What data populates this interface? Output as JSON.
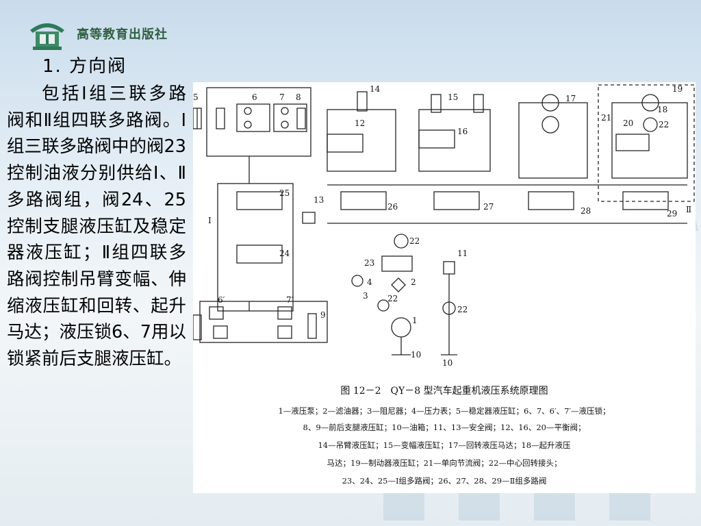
{
  "header": {
    "publisher": "高等教育出版社"
  },
  "slide": {
    "title": "1. 方向阀",
    "body": "包括Ⅰ组三联多路阀和Ⅱ组四联多路阀。Ⅰ组三联多路阀中的阀23控制油液分别供给Ⅰ、Ⅱ多路阀组，阀24、25控制支腿液压缸及稳定器液压缸；Ⅱ组四联多路阀控制吊臂变幅、伸缩液压缸和回转、起升马达；液压锁6、7用以锁紧前后支腿液压缸。"
  },
  "figure": {
    "caption": "图 12－2　QY－8 型汽车起重机液压系统原理图",
    "legend": [
      "1—液压泵；2—滤油器；3—阻尼器；4—压力表；5—稳定器液压缸；6、7、6′、7′—液压锁；",
      "8、9—前后支腿液压缸；10—油箱；11、13—安全阀；12、16、20—平衡阀；",
      "14—吊臂液压缸；15—变幅液压缸；17—回转液压马达；18—起升液压",
      "马达；19—制动器液压缸；21—单向节流阀；22—中心回转接头；",
      "23、24、25—Ⅰ组多路阀；26、27、28、29—Ⅱ组多路阀"
    ],
    "labels": {
      "n1": "1",
      "n2": "2",
      "n3": "3",
      "n4": "4",
      "n5": "5",
      "n6": "6",
      "n7": "7",
      "n8": "8",
      "n9": "9",
      "n10a": "10",
      "n10b": "10",
      "n11": "11",
      "n12": "12",
      "n13": "13",
      "n14": "14",
      "n15": "15",
      "n16": "16",
      "n17": "17",
      "n18": "18",
      "n19": "19",
      "n20": "20",
      "n21": "21",
      "n22a": "22",
      "n22b": "22",
      "n22c": "22",
      "n22d": "22",
      "n23": "23",
      "n24": "24",
      "n25": "25",
      "n26": "26",
      "n27": "27",
      "n28": "28",
      "n29": "29",
      "n6p": "6′",
      "n7p": "7′",
      "groupI": "Ⅰ",
      "groupII": "Ⅱ"
    }
  }
}
